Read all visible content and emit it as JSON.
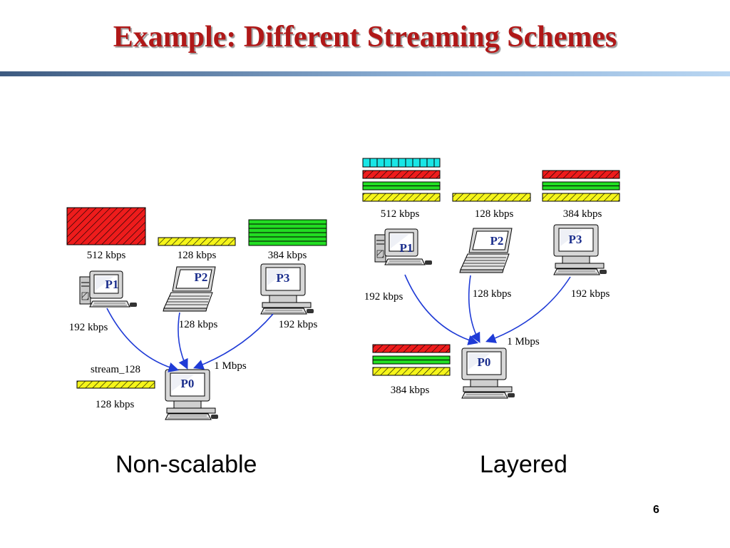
{
  "slide": {
    "title": "Example: Different Streaming Schemes",
    "page_number": "6"
  },
  "colors": {
    "title": "#b01818",
    "red_layer": "#ee1c1c",
    "yellow_layer": "#f5f51a",
    "green_layer": "#22dd22",
    "cyan_layer": "#19e6e6",
    "arrow": "#1f3bd6",
    "peer_label": "#1a2d8c"
  },
  "nonscalable": {
    "caption": "Non-scalable",
    "p1": {
      "label": "P1",
      "rate": "512 kbps",
      "link": "192 kbps"
    },
    "p2": {
      "label": "P2",
      "rate": "128 kbps",
      "link": "128 kbps"
    },
    "p3": {
      "label": "P3",
      "rate": "384 kbps",
      "link": "192 kbps"
    },
    "p0": {
      "label": "P0",
      "link": "1 Mbps",
      "stream_name": "stream_128",
      "received": "128 kbps"
    }
  },
  "layered": {
    "caption": "Layered",
    "p1": {
      "label": "P1",
      "rate": "512 kbps",
      "link": "192 kbps"
    },
    "p2": {
      "label": "P2",
      "rate": "128 kbps",
      "link": "128 kbps"
    },
    "p3": {
      "label": "P3",
      "rate": "384 kbps",
      "link": "192 kbps"
    },
    "p0": {
      "label": "P0",
      "link": "1 Mbps",
      "received": "384 kbps"
    }
  }
}
